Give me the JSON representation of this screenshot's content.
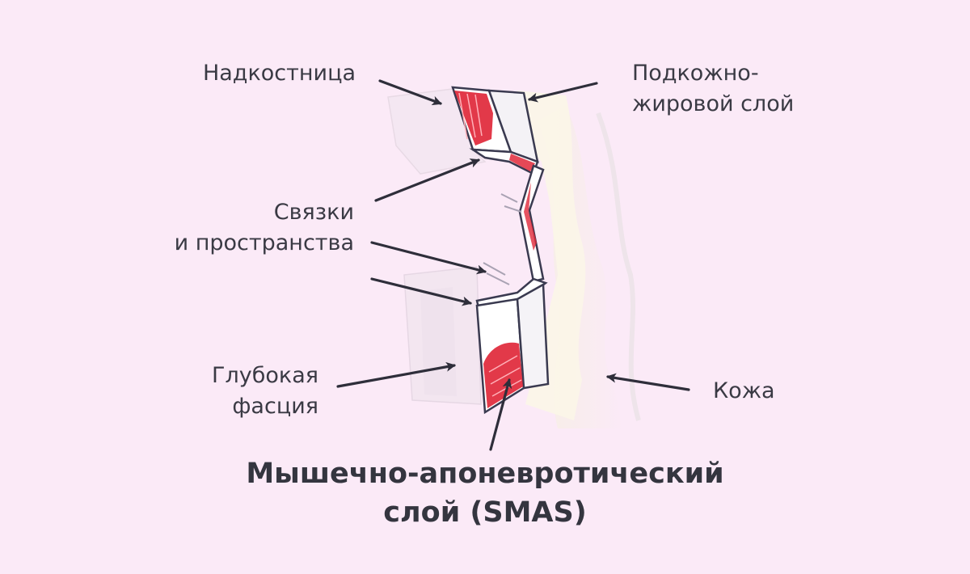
{
  "labels": {
    "periosteum": "Надкостница",
    "subcutaneous_fat": [
      "Подкожно-",
      "жировой слой"
    ],
    "ligaments": [
      "Связки",
      "и пространства"
    ],
    "deep_fascia": [
      "Глубокая",
      "фасция"
    ],
    "skin": "Кожа"
  },
  "caption": [
    "Мышечно-апоневротический",
    "слой (SMAS)"
  ],
  "colors": {
    "background": "#fbeaf7",
    "muscle_red": "#e0283a",
    "outline": "#3a3a50",
    "text": "#3a3a44"
  }
}
